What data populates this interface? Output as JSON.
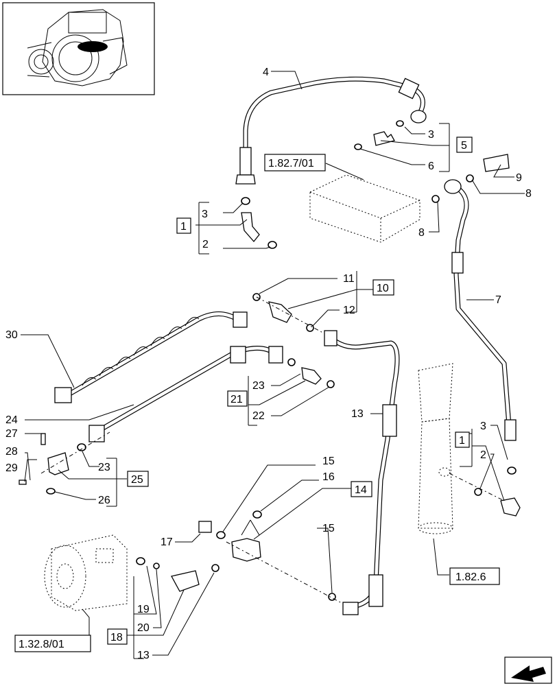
{
  "refs": {
    "r1_82_7": "1.82.7/01",
    "r1_82_6": "1.82.6",
    "r1_32_8": "1.32.8/01"
  },
  "boxed": {
    "b1a": "1",
    "b5": "5",
    "b10": "10",
    "b21": "21",
    "b25": "25",
    "b14": "14",
    "b1b": "1",
    "b18": "18"
  },
  "callouts": {
    "c4": "4",
    "c3a": "3",
    "c6": "6",
    "c9": "9",
    "c8a": "8",
    "c8b": "8",
    "c3b": "3",
    "c2a": "2",
    "c11": "11",
    "c12": "12",
    "c7": "7",
    "c30": "30",
    "c23a": "23",
    "c22": "22",
    "c24": "24",
    "c13a": "13",
    "c27": "27",
    "c28": "28",
    "c29": "29",
    "c23b": "23",
    "c26": "26",
    "c15a": "15",
    "c16": "16",
    "c3c": "3",
    "c2b": "2",
    "c17": "17",
    "c15b": "15",
    "c19": "19",
    "c20": "20",
    "c13b": "13"
  }
}
